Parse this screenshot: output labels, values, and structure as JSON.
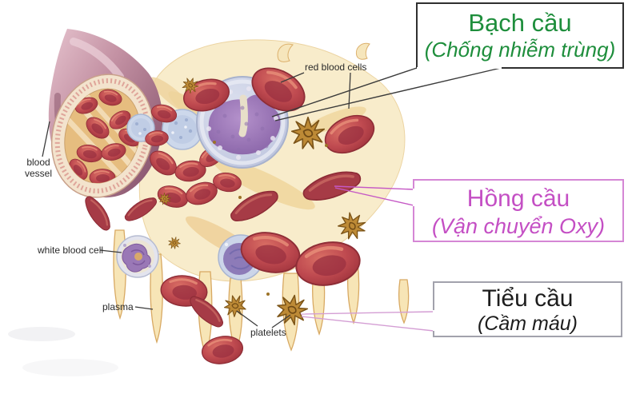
{
  "figure": {
    "description": "Blood components diagram: blood vessel spilling red blood cells, white blood cells, platelets and plasma, with Vietnamese callout boxes",
    "background_color": "#ffffff",
    "diagram_labels": {
      "red_blood_cells": "red blood cells",
      "blood_vessel": "blood vessel",
      "white_blood_cell": "white blood cell",
      "plasma": "plasma",
      "platelets": "platelets"
    },
    "callouts": [
      {
        "id": "bach-cau",
        "title": "Bạch cầu",
        "subtitle": "(Chống nhiễm trùng)",
        "text_color": "#1e8e3c",
        "border_color": "#2f2f2f",
        "points_to": "white blood cell"
      },
      {
        "id": "hong-cau",
        "title": "Hồng cầu",
        "subtitle": "(Vận chuyển Oxy)",
        "text_color": "#c44fc4",
        "border_color": "#d586d5",
        "points_to": "red blood cell"
      },
      {
        "id": "tieu-cau",
        "title": "Tiểu cầu",
        "subtitle": "(Cầm máu)",
        "text_color": "#1d1d1d",
        "border_color": "#a2a2ac",
        "points_to": "platelet"
      }
    ],
    "artwork_colors": {
      "red_blood_cell": "#bf4a50",
      "white_blood_cell_nucleus": "#9d7cba",
      "white_blood_cell_body": "#c7cde3",
      "platelet": "#bd8a36",
      "plasma": "#f8ecca",
      "vessel_wall": "#c492a4",
      "vessel_ring": "#f3e3cd"
    }
  }
}
